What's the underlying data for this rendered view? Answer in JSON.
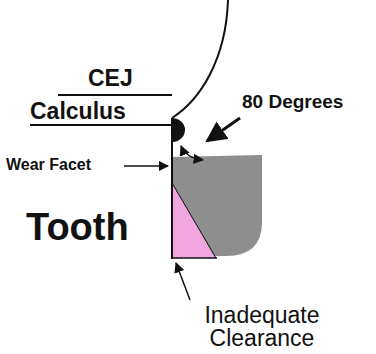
{
  "diagram": {
    "labels": [
      "CEJ",
      "Calculus",
      "80 Degrees",
      "Wear Facet",
      "Tooth",
      "Inadequate Clearance"
    ]
  }
}
